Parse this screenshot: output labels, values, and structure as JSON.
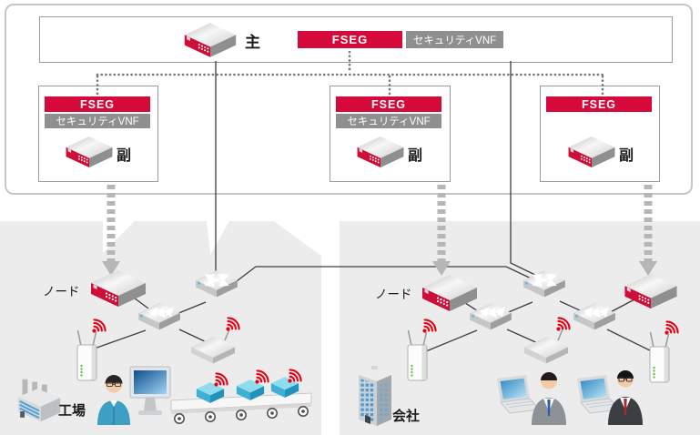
{
  "platform": {
    "main_unit": {
      "device_label": "主",
      "fseg_label": "FSEG",
      "vnf_label": "セキュリティVNF"
    },
    "sub_units": [
      {
        "fseg_label": "FSEG",
        "vnf_label": "セキュリティVNF",
        "device_label": "副"
      },
      {
        "fseg_label": "FSEG",
        "vnf_label": "セキュリティVNF",
        "device_label": "副"
      },
      {
        "fseg_label": "FSEG",
        "device_label": "副"
      }
    ]
  },
  "sites": {
    "factory": {
      "node_label": "ノード",
      "site_label": "工場"
    },
    "company": {
      "node_label": "ノード",
      "site_label": "会社"
    }
  },
  "colors": {
    "fseg_red": "#d60a3a",
    "vnf_bar_gray": "#8f8f8f",
    "wifi_red": "#e60012",
    "area_gray": "#ececec",
    "solid_line": "#3d3d3d",
    "dotted_line": "#787878",
    "tunnel_arrow_gray": "#b6b6b6"
  },
  "icons": [
    "network-appliance-icon",
    "l3-switch-icon",
    "l2-switch-icon",
    "standing-access-point-icon",
    "flat-access-point-icon",
    "wifi-signal-icon",
    "factory-icon",
    "office-building-icon",
    "worker-icon",
    "monitor-icon",
    "laptop-icon",
    "businessman-icon",
    "conveyor-icon",
    "cargo-box-icon"
  ]
}
